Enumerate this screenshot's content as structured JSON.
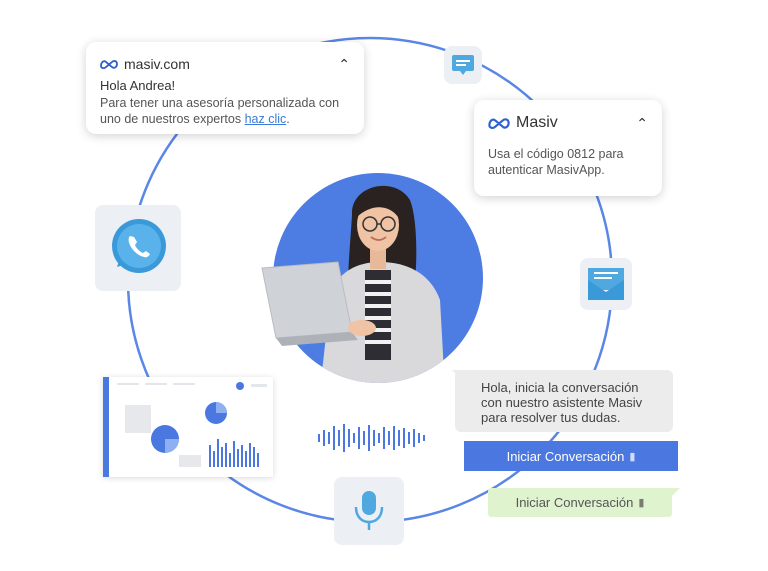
{
  "card_web": {
    "domain": "masiv.com",
    "greeting": "Hola Andrea!",
    "message": "Para tener una asesoría personalizada con uno de nuestros expertos",
    "link": "haz clic",
    "punctuation": "."
  },
  "card_sms": {
    "brand": "Masiv",
    "message": "Usa el código 0812 para autenticar MasivApp."
  },
  "chat": {
    "message": "Hola, inicia la conversación con nuestro asistente Masiv para resolver tus dudas.",
    "button_primary": "Iniciar Conversación",
    "button_secondary": "Iniciar Conversación"
  },
  "colors": {
    "accent": "#4a78e0",
    "ring": "#5a86e6",
    "tile": "#eceff3",
    "bubble": "#ececec",
    "green_bubble": "#dff3cf"
  },
  "icons": [
    "chat-message-icon",
    "whatsapp-icon",
    "email-icon",
    "microphone-icon",
    "audio-wave-icon",
    "meta-logo-icon",
    "chevron-up-icon"
  ]
}
